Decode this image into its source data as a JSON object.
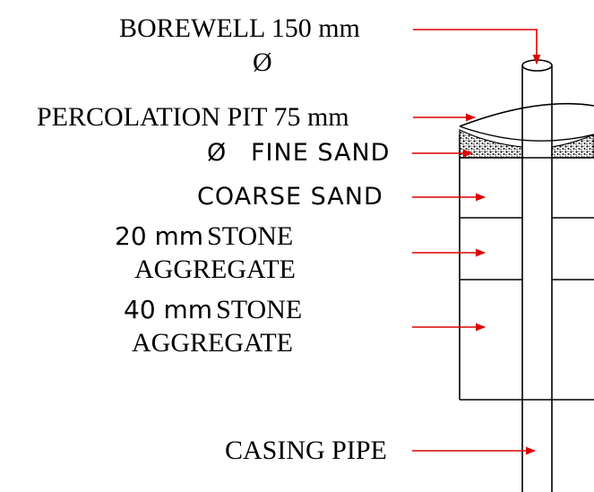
{
  "labels": {
    "borewell_line1": "BOREWELL 150  mm",
    "borewell_line2": "Ø",
    "percolation_pit": "PERCOLATION PIT 75  mm",
    "fine_sand_symbol": "Ø",
    "fine_sand": "FINE  SAND",
    "coarse_sand": "COARSE  SAND",
    "stone20_size": "20  mm",
    "stone20_name": "STONE",
    "stone20_line2": "AGGREGATE",
    "stone40_size": "40 mm",
    "stone40_name": "STONE",
    "stone40_line2": "AGGREGATE",
    "casing_pipe": "CASING PIPE"
  },
  "colors": {
    "arrow": "#e00000",
    "line": "#000000",
    "sand_fill": "#8a8a8a"
  }
}
